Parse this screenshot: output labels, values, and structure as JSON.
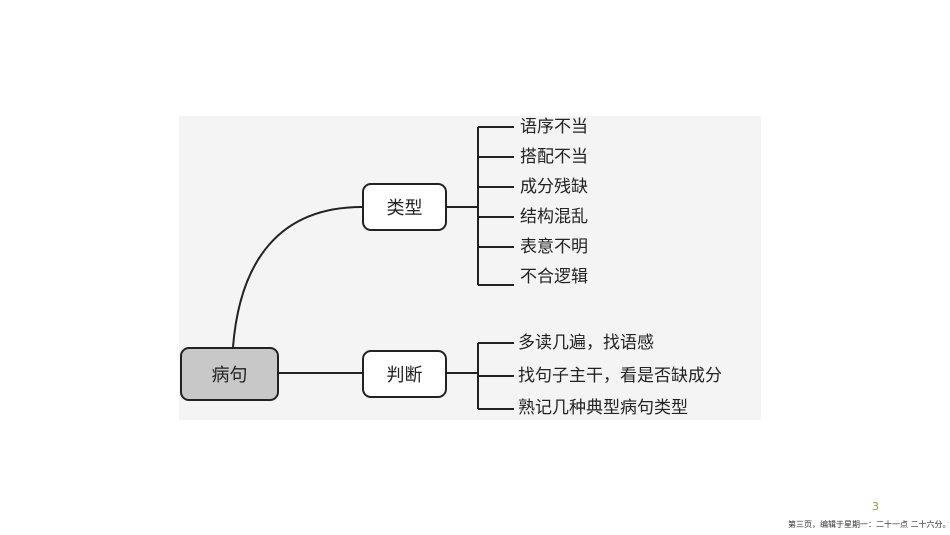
{
  "root": "病句",
  "branches": [
    {
      "label": "类型",
      "items": [
        "语序不当",
        "搭配不当",
        "成分残缺",
        "结构混乱",
        "表意不明",
        "不合逻辑"
      ]
    },
    {
      "label": "判断",
      "items": [
        "多读几遍，找语感",
        "找句子主干，看是否缺成分",
        "熟记几种典型病句类型"
      ]
    }
  ],
  "page_number": "3",
  "footer": "第三页，编辑于星期一：二十一点 二十六分。"
}
